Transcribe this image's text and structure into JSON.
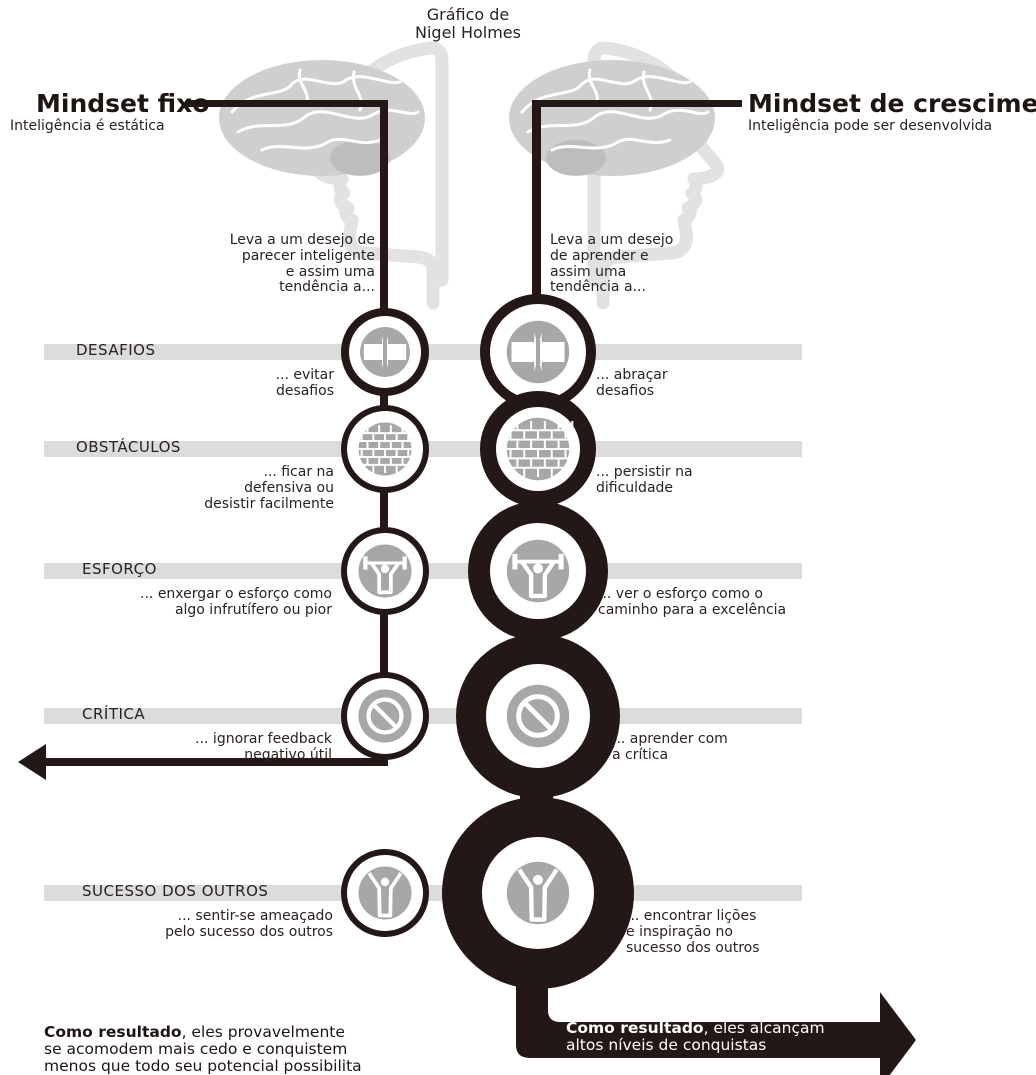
{
  "credit": {
    "line1": "Gráfico de",
    "line2": "Nigel Holmes"
  },
  "fixed": {
    "title": "Mindset fixo",
    "subtitle": "Inteligência é estática",
    "intro": [
      "Leva a um desejo de",
      "parecer inteligente",
      "e assim uma",
      "tendência a..."
    ],
    "result_bold": "Como resultado",
    "result_rest": ", eles provavelmente",
    "result_lines": [
      "se acomodem mais cedo e conquistem",
      "menos que todo seu potencial possibilita"
    ]
  },
  "growth": {
    "title": "Mindset de crescimento",
    "subtitle": "Inteligência pode ser desenvolvida",
    "intro": [
      "Leva a um desejo",
      "de aprender e",
      "assim uma",
      "tendência a..."
    ],
    "result_bold": "Como resultado",
    "result_rest": ", eles alcançam",
    "result_lines": [
      "altos níveis de conquistas"
    ]
  },
  "rows": [
    {
      "category": "DESAFIOS",
      "icon": "arrows-icon",
      "fixed": [
        "... evitar",
        "desafios"
      ],
      "growth": [
        "... abraçar",
        "desafios"
      ]
    },
    {
      "category": "OBSTÁCULOS",
      "icon": "brick-wall-icon",
      "fixed": [
        "... ficar na",
        "defensiva ou",
        "desistir facilmente"
      ],
      "growth": [
        "... persistir na",
        "dificuldade"
      ]
    },
    {
      "category": "ESFORÇO",
      "icon": "weightlifter-icon",
      "fixed": [
        "... enxergar o esforço como",
        "algo infrutífero ou pior"
      ],
      "growth": [
        "... ver o esforço como o",
        "caminho para a excelência"
      ]
    },
    {
      "category": "CRÍTICA",
      "icon": "prohibited-icon",
      "fixed": [
        "... ignorar feedback",
        "negativo útil"
      ],
      "growth": [
        "... aprender com",
        "a crítica"
      ]
    },
    {
      "category": "SUCESSO DOS OUTROS",
      "icon": "celebrating-person-icon",
      "fixed": [
        "... sentir-se ameaçado",
        "pelo sucesso dos outros"
      ],
      "growth": [
        "... encontrar lições",
        "e inspiração no",
        "sucesso dos outros"
      ]
    }
  ],
  "colors": {
    "dark": "#231815",
    "icon_gray": "#a7a7a7",
    "band_gray": "#dcdcdc",
    "head_gray": "#e2e2e2"
  }
}
